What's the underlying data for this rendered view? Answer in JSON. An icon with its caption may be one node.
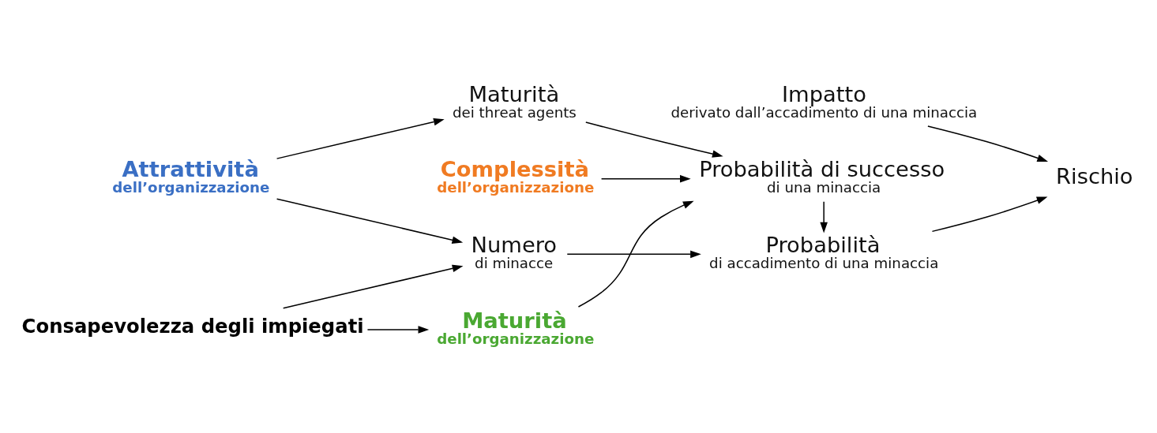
{
  "diagram": {
    "nodes": [
      {
        "text": [
          "Rischio"
        ]
      },
      {
        "text": [
          "Consapevolezza degli impiegati"
        ]
      },
      {
        "text": [
          "Attrattività",
          "dell’organizzazione"
        ]
      },
      {
        "text": [
          "Numero",
          "di minacce"
        ]
      },
      {
        "text": [
          "Probabilità",
          "di accadimento di una minaccia"
        ]
      },
      {
        "text": [
          "Impatto",
          "derivato dall’accadimento di una minaccia"
        ]
      },
      {
        "text": [
          "Maturità",
          "dei threat agents"
        ]
      },
      {
        "text": [
          "Probabilità di successo",
          "di una minaccia"
        ]
      },
      {
        "text": [
          "Maturità",
          "dell’organizzazione"
        ]
      },
      {
        "text": [
          "Complessità",
          "dell’organizzazione"
        ]
      }
    ],
    "edges": [
      {
        "from": 1,
        "to": 3,
        "arrow": "to"
      },
      {
        "from": 1,
        "to": 8,
        "arrow": "to"
      },
      {
        "from": 2,
        "to": 3,
        "arrow": "to"
      },
      {
        "from": 2,
        "to": 6,
        "arrow": "to"
      },
      {
        "from": 3,
        "to": 4,
        "arrow": "to"
      },
      {
        "from": 6,
        "to": 7,
        "arrow": "to"
      },
      {
        "from": 7,
        "to": 4,
        "arrow": "to"
      },
      {
        "from": 4,
        "to": 0,
        "arrow": "to"
      },
      {
        "from": 5,
        "to": 0,
        "arrow": "to"
      },
      {
        "from": 8,
        "to": 7,
        "arrow": "to"
      },
      {
        "from": 9,
        "to": 7,
        "arrow": "to"
      }
    ]
  }
}
